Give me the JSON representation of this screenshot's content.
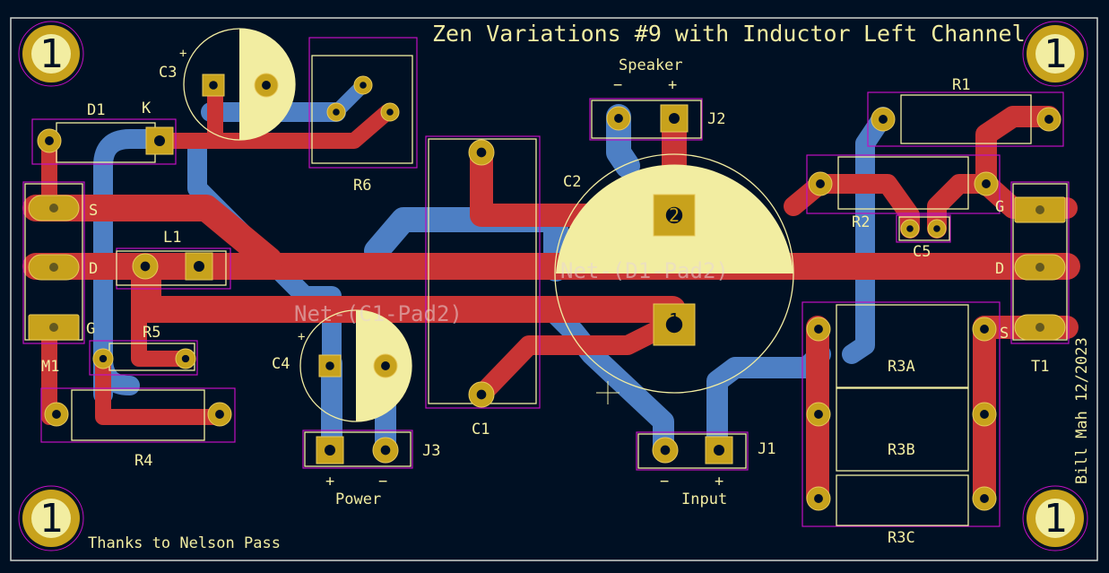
{
  "board": {
    "title": "Zen Variations #9 with Inductor",
    "channel": "Left Channel",
    "credit": "Thanks to Nelson Pass",
    "author": "Bill Mah 12/2023",
    "net_label_d1": "Net-(D1-Pad2)",
    "net_label_c1": "Net-(C1-Pad2)",
    "mounting_hole_label": "1"
  },
  "refs": {
    "c3": "C3",
    "d1": "D1",
    "k": "K",
    "r6": "R6",
    "c2": "C2",
    "c1": "C1",
    "c4": "C4",
    "j3": "J3",
    "j2": "J2",
    "j1": "J1",
    "r1": "R1",
    "r2": "R2",
    "c5": "C5",
    "r3a": "R3A",
    "r3b": "R3B",
    "r3c": "R3C",
    "l1": "L1",
    "r5": "R5",
    "r4": "R4",
    "m1": "M1",
    "t1": "T1"
  },
  "connectors": {
    "speaker": "Speaker",
    "power": "Power",
    "input": "Input",
    "minus": "−",
    "plus": "+"
  },
  "pins": {
    "s": "S",
    "d": "D",
    "g": "G",
    "one": "1",
    "two": "2"
  },
  "colors": {
    "background": "#001023",
    "copper_front": "#c83434",
    "copper_back": "#4d7fc4",
    "pad": "#c8a21c",
    "silkscreen": "#f2eda1",
    "courtyard": "#c20fc2",
    "edge": "#d0d2cd"
  }
}
